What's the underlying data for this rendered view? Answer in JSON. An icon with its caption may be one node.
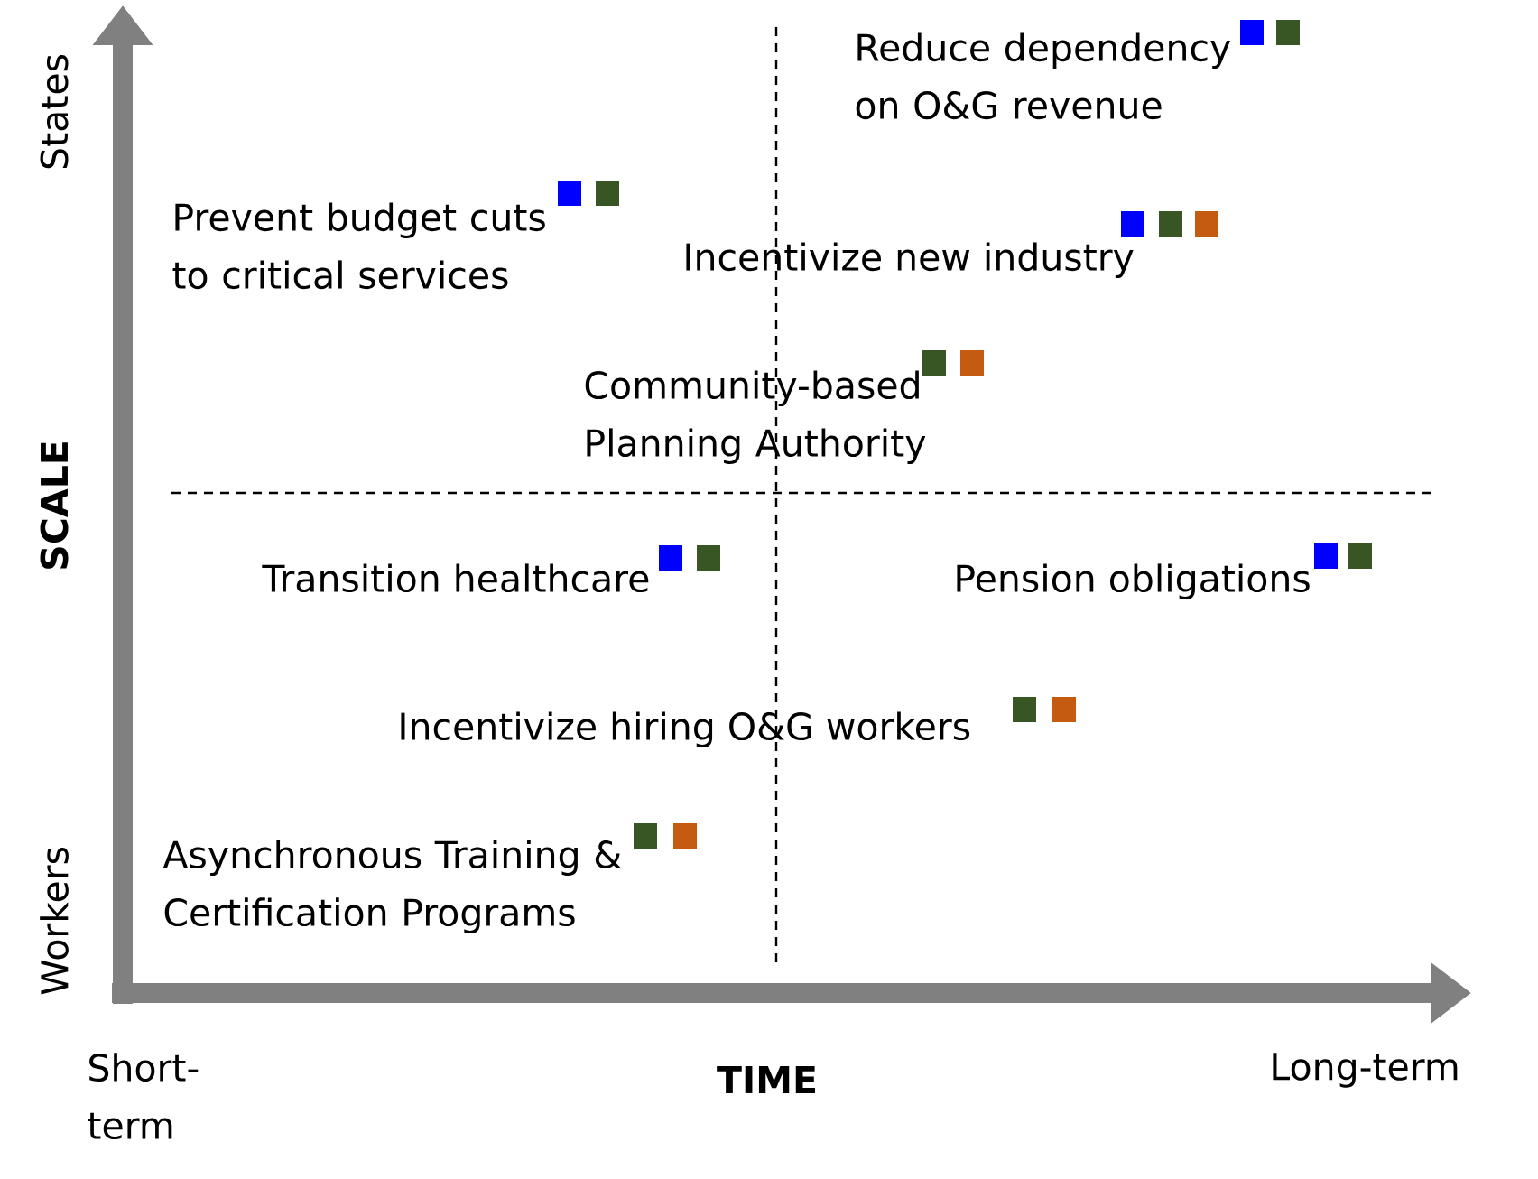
{
  "diagram": {
    "labels": [
      "States",
      "Reduce dependency on O&G revenue",
      "Prevent budget cuts to critical services",
      "Incentivize new industry",
      "Community-based Planning Authority",
      "SCALE",
      "Transition healthcare",
      "Pension obligations",
      "Incentivize hiring O&G workers",
      "Asynchronous Training & Certification Programs",
      "Workers",
      "Short-term",
      "TIME",
      "Long-term"
    ]
  }
}
